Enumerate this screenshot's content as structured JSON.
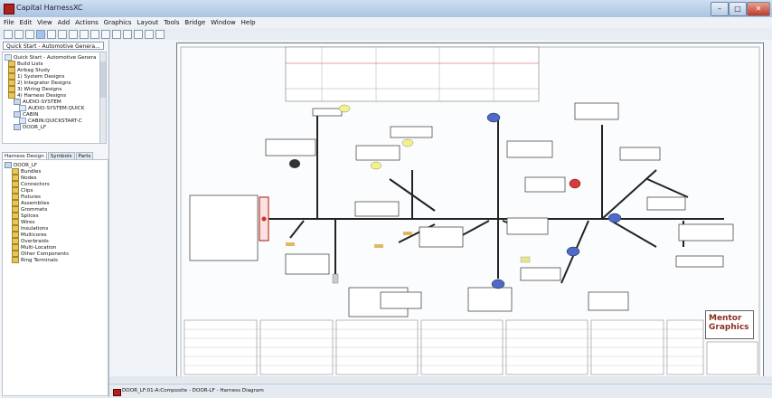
{
  "window": {
    "title": "Capital HarnessXC",
    "buttons": [
      "–",
      "□",
      "✕"
    ]
  },
  "menu": [
    "File",
    "Edit",
    "View",
    "Add",
    "Actions",
    "Graphics",
    "Layout",
    "Tools",
    "Bridge",
    "Window",
    "Help"
  ],
  "toolbar_icons": [
    "new-icon",
    "open-icon",
    "save-icon",
    "select-icon",
    "zoom-in-icon",
    "zoom-out-icon",
    "pan-icon",
    "undo-icon",
    "redo-icon",
    "cut-icon",
    "copy-icon",
    "paste-icon",
    "grid-icon",
    "layer-icon",
    "route-icon"
  ],
  "left": {
    "dropdown": "Quick Start - Automotive Genera...",
    "project_tree": [
      "Quick Start - Automotive Genera",
      "Build Lists",
      "Airbag Study",
      "1) System Designs",
      "2) Integrator Designs",
      "3) Wiring Designs",
      "4) Harness Designs",
      "AUDIO-SYSTEM",
      "AUDIO-SYSTEM:QUICK",
      "CABIN",
      "CABIN:QUICKSTART-C",
      "DOOR_LF"
    ],
    "tabs": [
      "Harness Design",
      "Symbols",
      "Parts"
    ],
    "harness_root": "DOOR_LF",
    "harness_tree": [
      "Bundles",
      "Nodes",
      "Connectors",
      "Clips",
      "Fixtures",
      "Assemblies",
      "Grommets",
      "Splices",
      "Wires",
      "Insulations",
      "Multicores",
      "Overbraids",
      "Multi-Location",
      "Other Components",
      "Ring Terminals"
    ]
  },
  "drawing": {
    "logo_line1": "Mentor",
    "logo_line2": "Graphics"
  },
  "status": {
    "document": "DOOR_LF:01-A:Composite - DOOR-LF - Harness Diagram"
  }
}
